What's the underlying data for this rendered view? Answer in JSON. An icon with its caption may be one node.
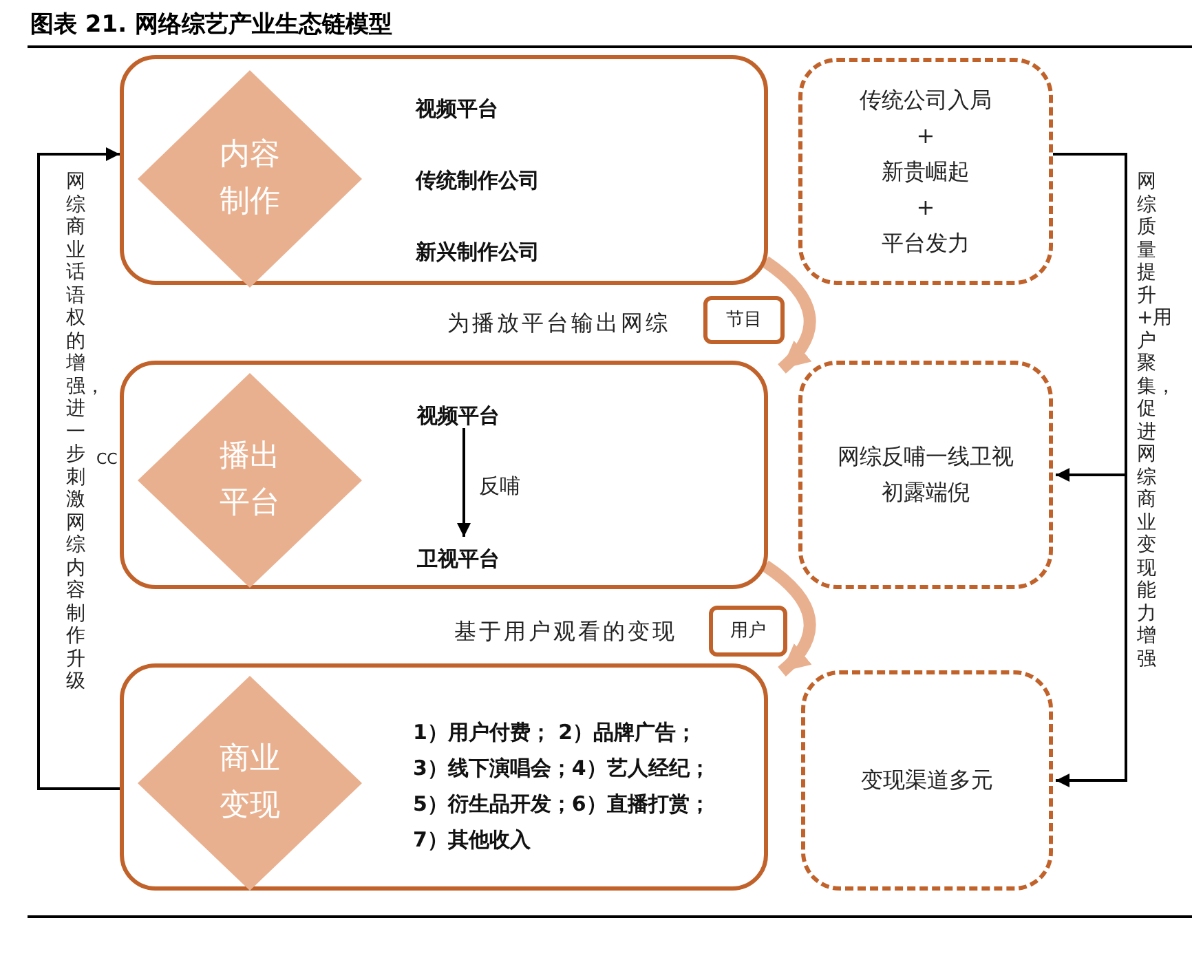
{
  "diagram": {
    "title": "图表 21. 网络综艺产业生态链模型",
    "nodes": [
      {
        "text": [
          "视频平台",
          "传统制作公司",
          "新兴制作公司"
        ]
      },
      {
        "text": [
          "内容制作"
        ],
        "in": 0
      },
      {
        "text": [
          "传统公司入局",
          "+",
          "新贵崛起",
          "+",
          "平台发力"
        ]
      },
      {
        "text": [],
        "shape": "box"
      },
      {
        "text": [
          "播出平台"
        ],
        "in": 3
      },
      {
        "text": [
          "视频平台"
        ],
        "in": 3
      },
      {
        "text": [
          "卫视平台"
        ],
        "in": 3
      },
      {
        "text": [
          "网综反哺一线卫视初露端倪"
        ]
      },
      {
        "text": [
          "1）用户付费； 2）品牌广告；",
          "3）线下演唱会；4）艺人经纪；",
          "5）衍生品开发；6）直播打赏；",
          "7）其他收入"
        ]
      },
      {
        "text": [
          "商业变现"
        ],
        "in": 8
      },
      {
        "text": [
          "变现渠道多元"
        ]
      },
      {
        "text": [
          "节目"
        ]
      },
      {
        "text": [
          "用户"
        ]
      }
    ],
    "edges": [
      {
        "from": 0,
        "to": 3,
        "arrow": "to",
        "style": "thick",
        "color": "#e9b08f"
      },
      {
        "from": 3,
        "to": 8,
        "arrow": "to",
        "style": "thick",
        "color": "#e9b08f"
      },
      {
        "from": 5,
        "to": 6,
        "arrow": "to",
        "label": "反哺"
      },
      {
        "from": 8,
        "to": 0,
        "arrow": "to"
      },
      {
        "from": 2,
        "to": 7,
        "arrow": "to"
      },
      {
        "from": 2,
        "to": 10,
        "arrow": "to"
      }
    ],
    "labels": [
      "为播放平台输出网综",
      "基于用户观看的变现",
      "CC",
      "网综商业话语权的增强，进一步刺激网综内容制作升级",
      "网综质量提升+用户聚集，促进网综商业变现能力增强"
    ]
  }
}
